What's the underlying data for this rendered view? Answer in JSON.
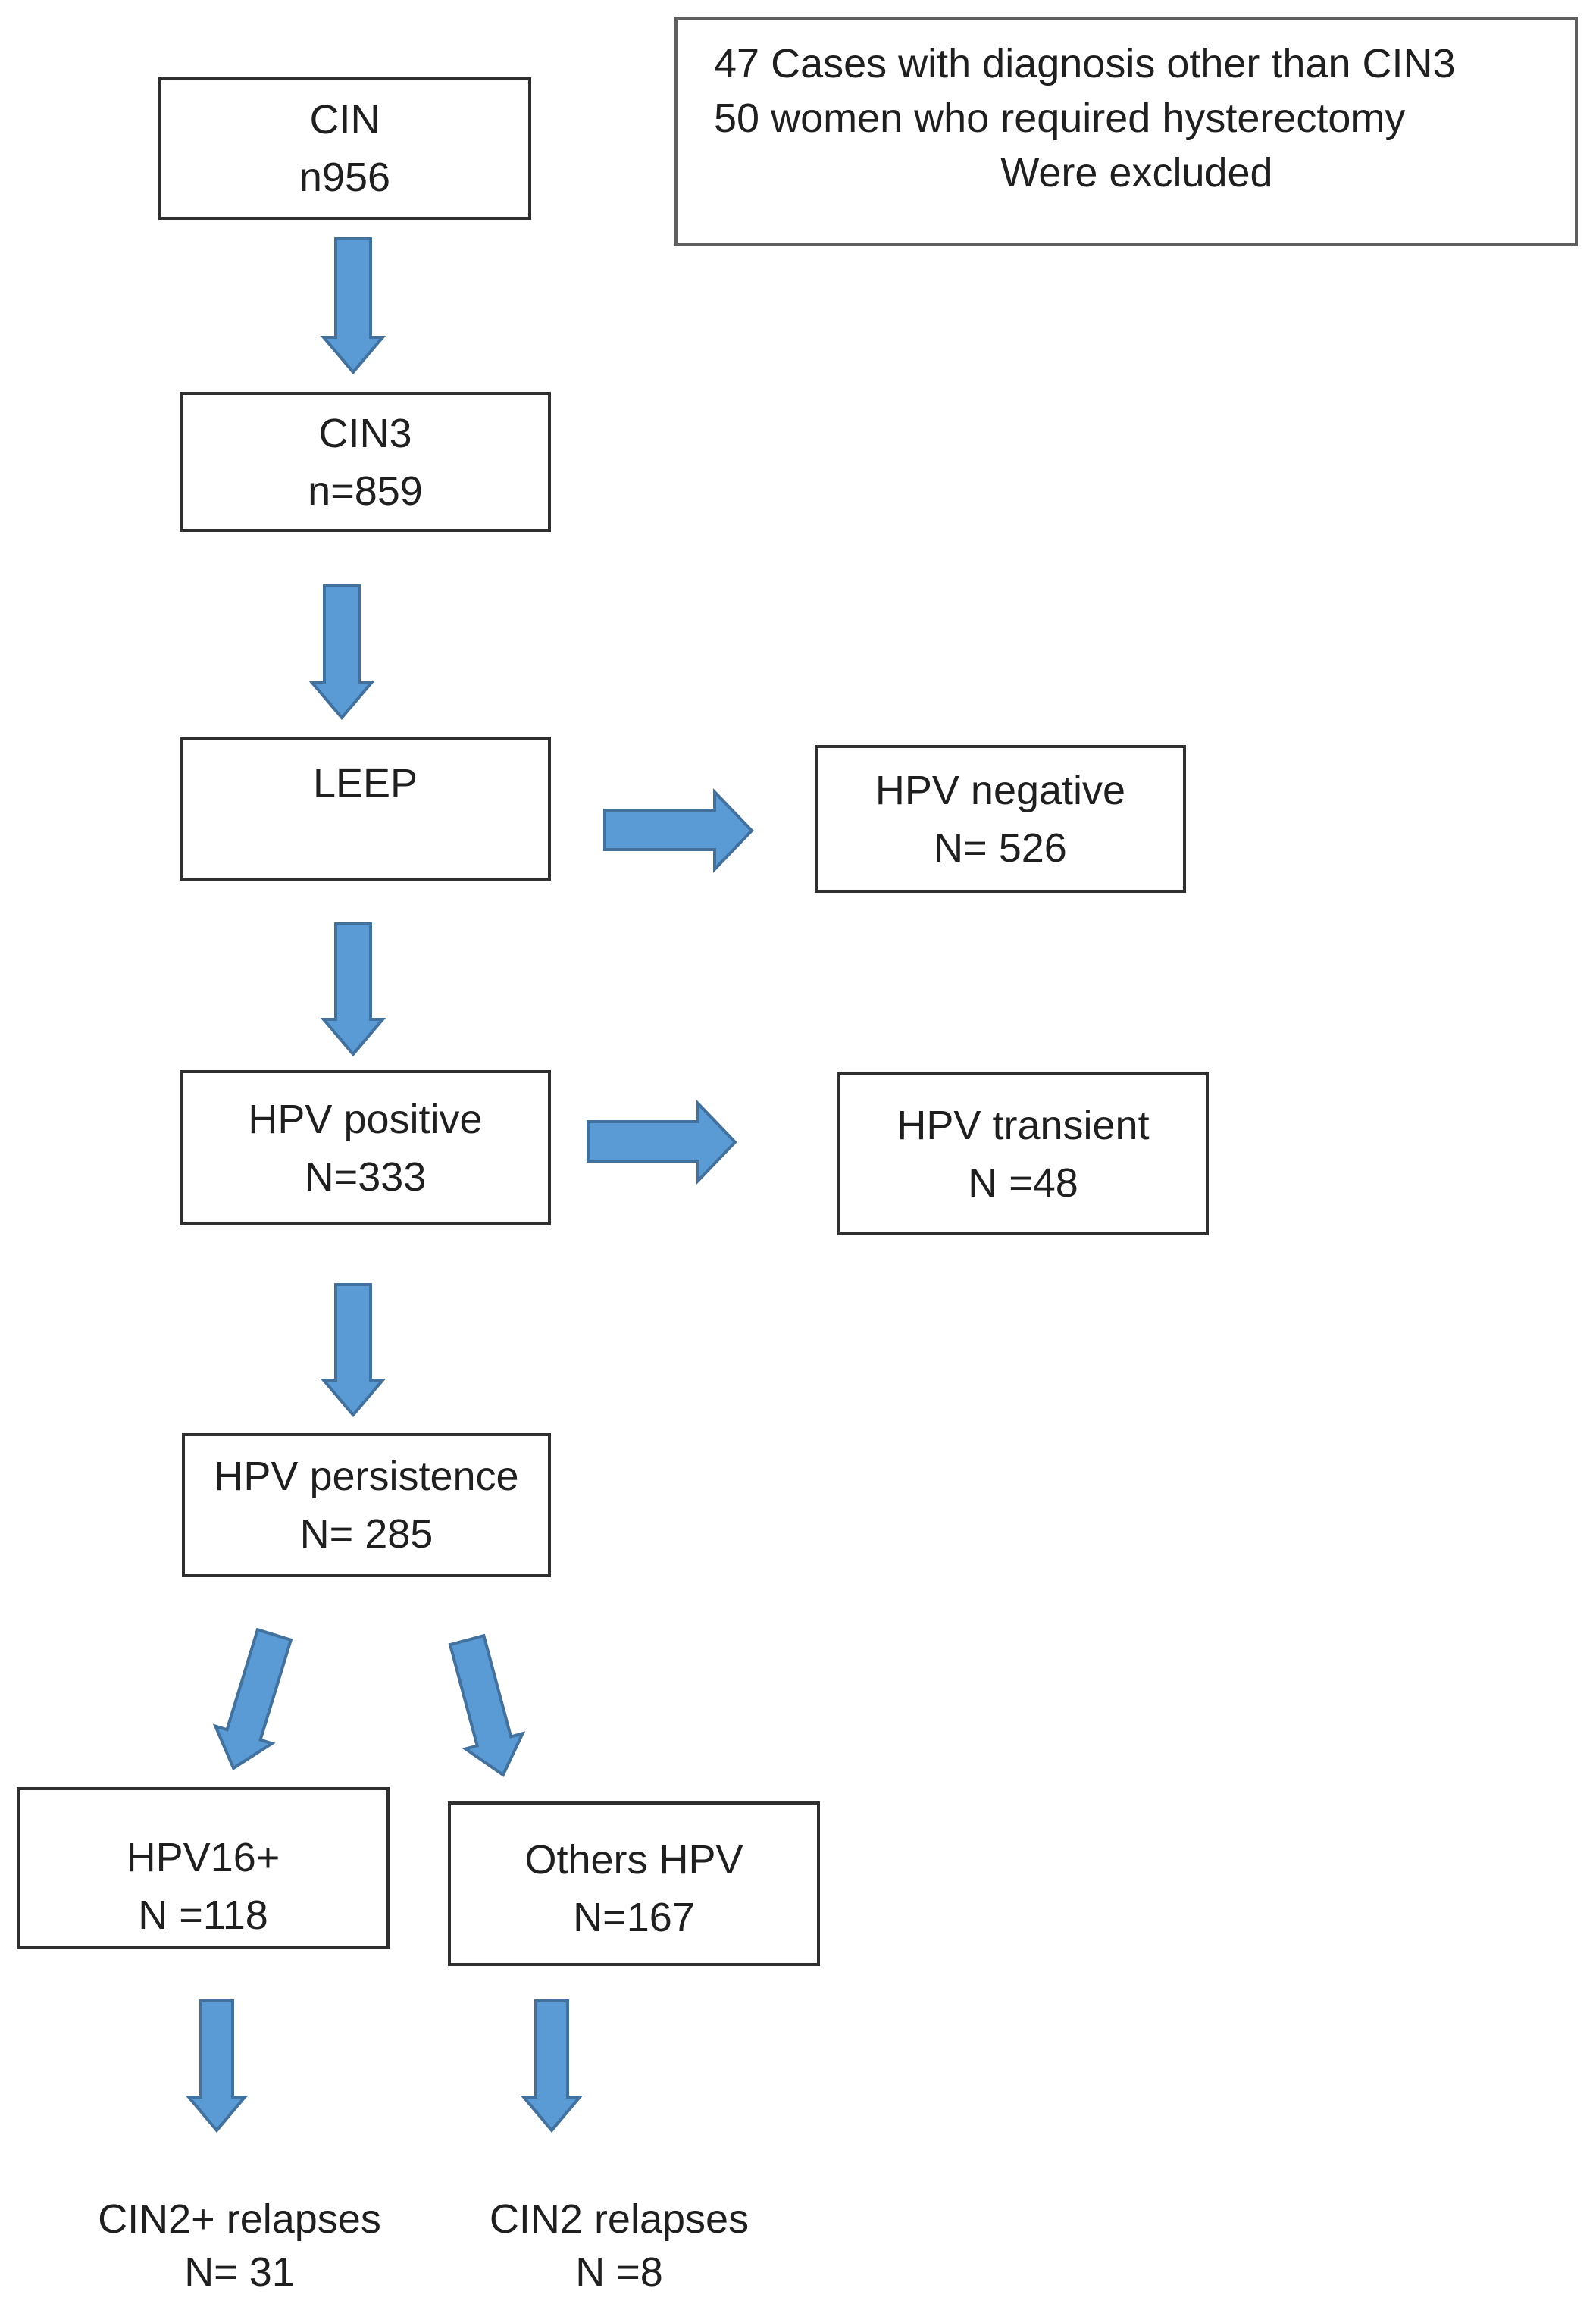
{
  "diagram": {
    "background": "#ffffff",
    "colors": {
      "arrow_fill": "#5b9bd5",
      "arrow_stroke": "#41719c",
      "box_border": "#2f2f2f",
      "note_border": "#5f5f5f",
      "text": "#1f1f1f"
    },
    "boxes": {
      "cin": {
        "lines": [
          "CIN",
          "n956"
        ]
      },
      "excluded_note": {
        "lines": [
          "47 Cases with diagnosis other than CIN3",
          "50 women who required hysterectomy",
          "Were excluded"
        ]
      },
      "cin3": {
        "lines": [
          "CIN3",
          "n=859"
        ]
      },
      "leep": {
        "lines": [
          "LEEP"
        ]
      },
      "hpv_negative": {
        "lines": [
          "HPV negative",
          "N= 526"
        ]
      },
      "hpv_positive": {
        "lines": [
          "HPV positive",
          "N=333"
        ]
      },
      "hpv_transient": {
        "lines": [
          "HPV transient",
          "N =48"
        ]
      },
      "hpv_persistence": {
        "lines": [
          "HPV persistence",
          "N= 285"
        ]
      },
      "hpv16_positive": {
        "lines": [
          "HPV16+",
          "N =118"
        ]
      },
      "others_hpv": {
        "lines": [
          "Others HPV",
          "N=167"
        ]
      }
    },
    "labels": {
      "cin2plus_relapses": {
        "lines": [
          "CIN2+ relapses",
          "N= 31"
        ]
      },
      "cin2_relapses": {
        "lines": [
          "CIN2 relapses",
          "N =8"
        ]
      }
    }
  }
}
